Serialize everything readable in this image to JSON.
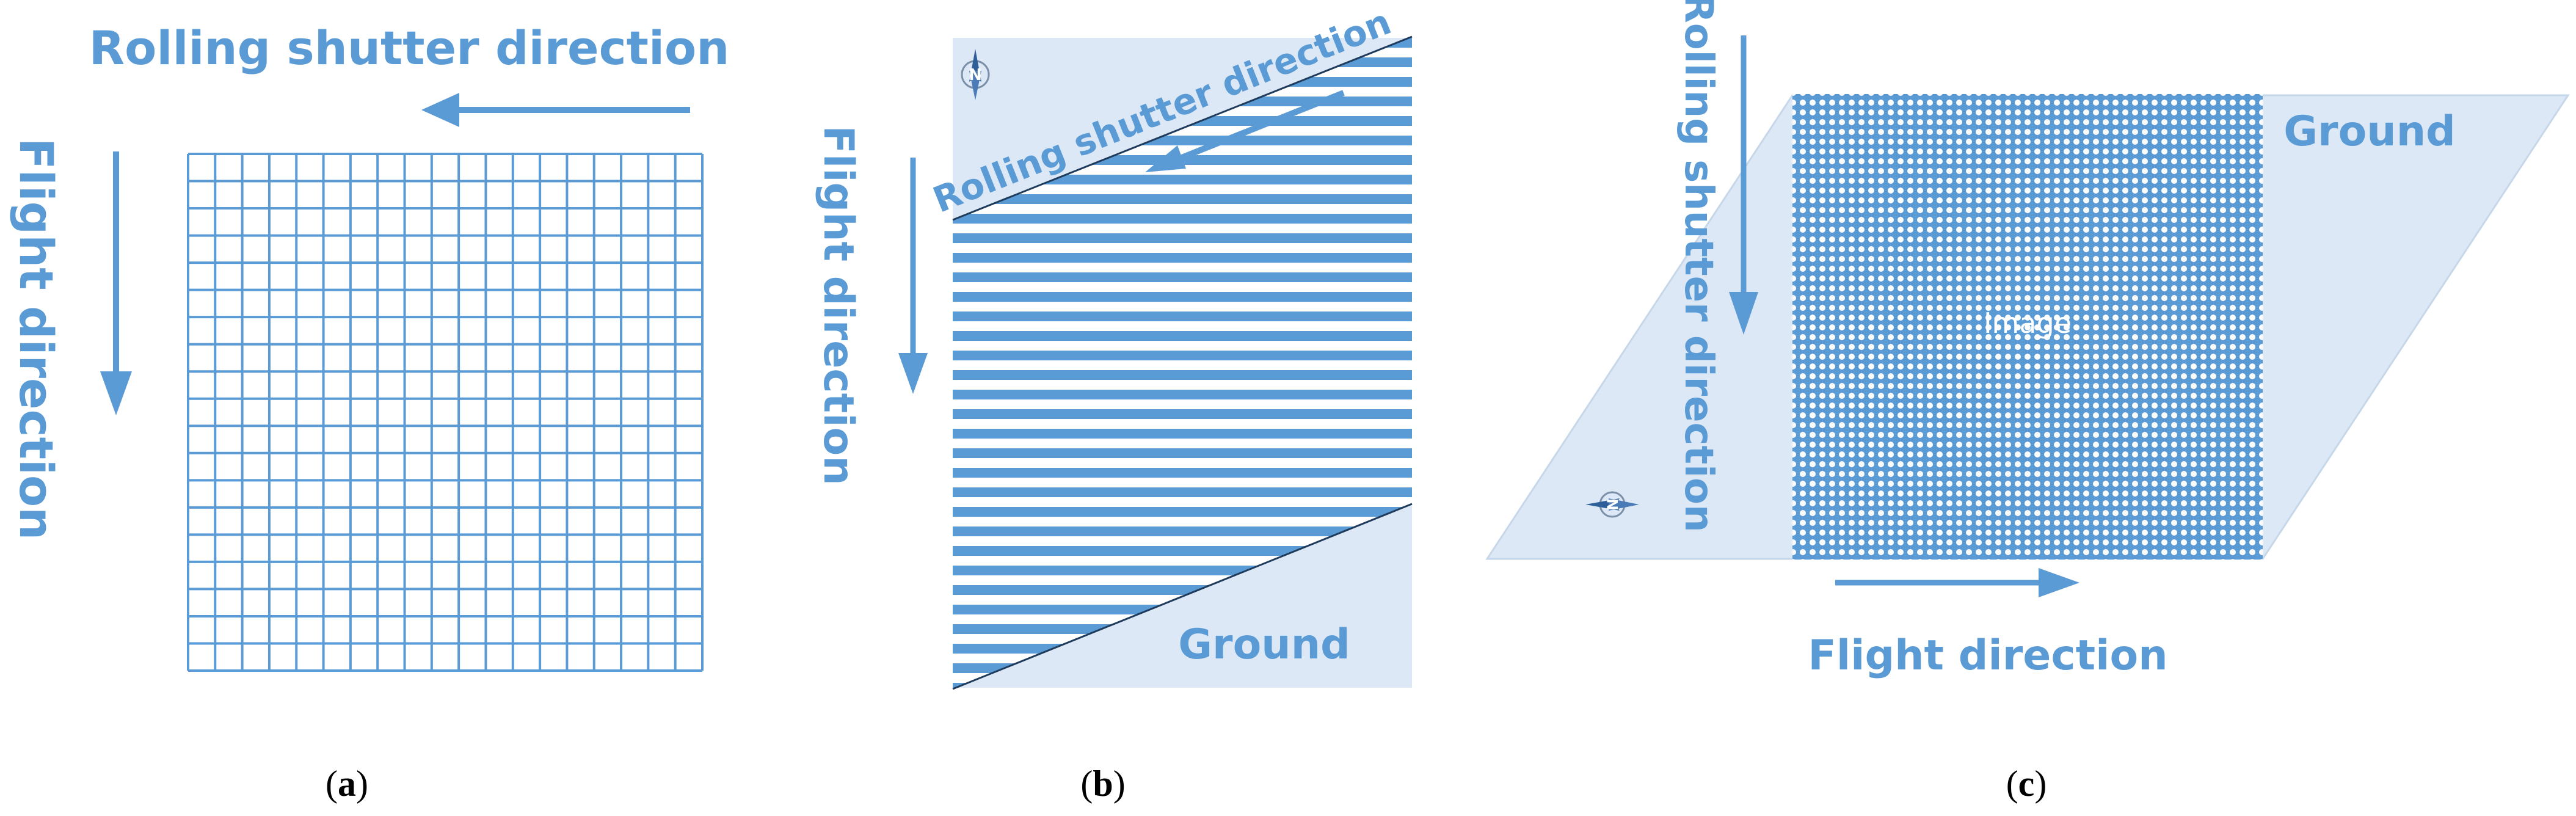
{
  "colors": {
    "accent": "#5b9bd5",
    "ground_fill": "#dce8f5",
    "stripe": "#5b9bd5",
    "caption": "#000000"
  },
  "panel_a": {
    "rolling_label": "Rolling shutter direction",
    "flight_label": "Flight direction",
    "caption_letter": "a"
  },
  "panel_b": {
    "rolling_label": "Rolling shutter direction",
    "flight_label": "Flight direction",
    "ground_label": "Ground",
    "compass_letter": "N",
    "caption_letter": "b"
  },
  "panel_c": {
    "rolling_label": "Rolling shutter direction",
    "flight_label": "Flight direction",
    "ground_label": "Ground",
    "image_label": "Image",
    "compass_letter": "N",
    "caption_letter": "c"
  },
  "icons": [
    "arrow-left-icon",
    "arrow-down-icon",
    "arrow-right-icon",
    "compass-icon"
  ]
}
